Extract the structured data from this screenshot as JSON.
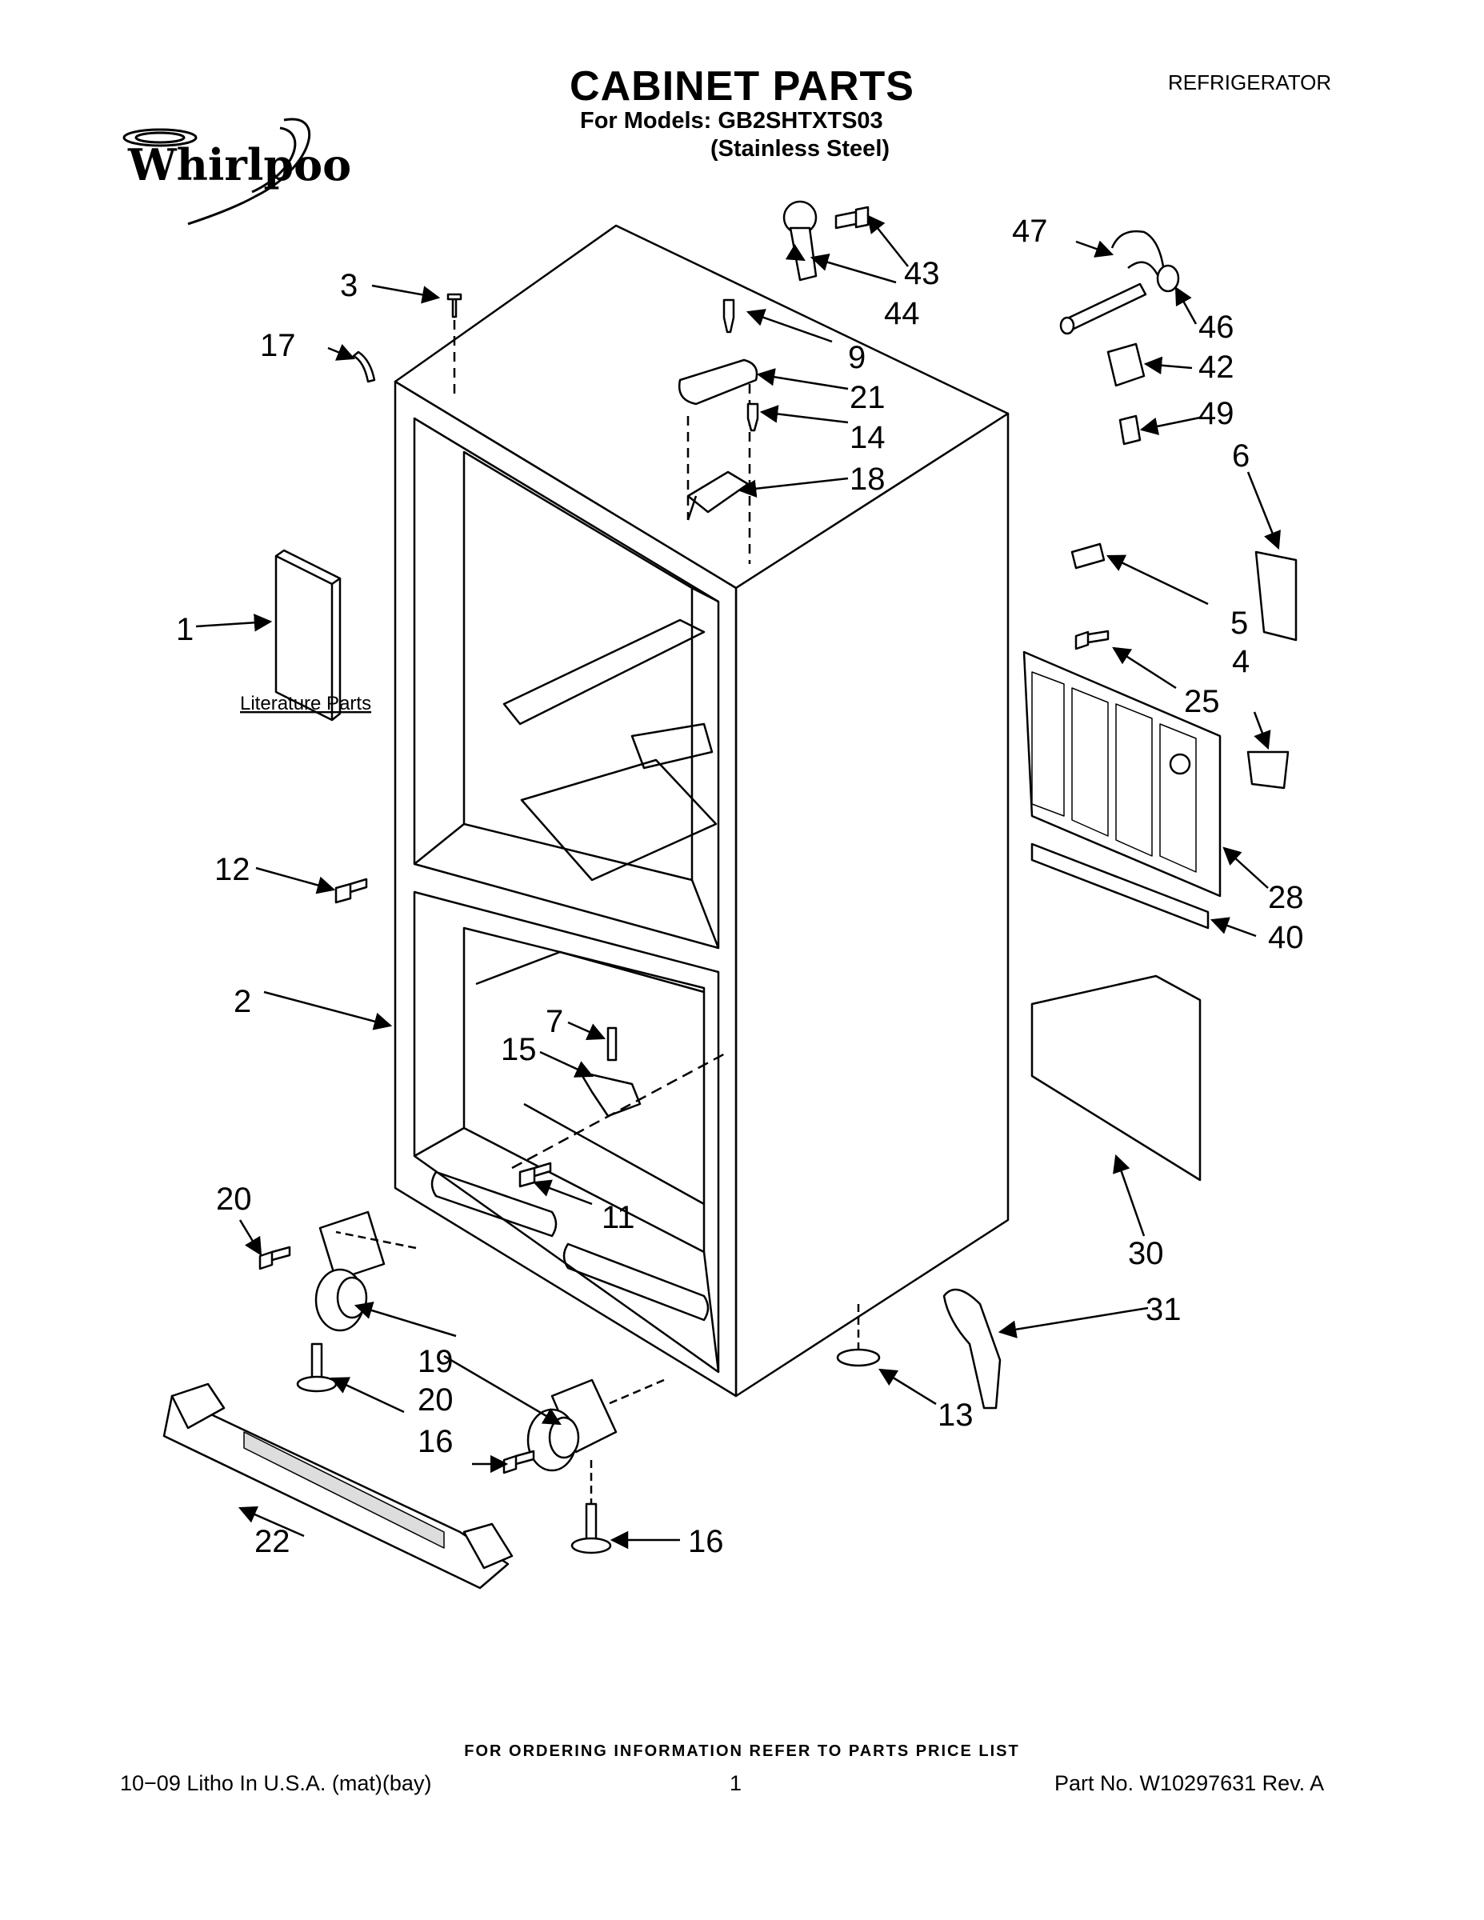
{
  "header": {
    "title": "CABINET PARTS",
    "models": "For Models: GB2SHTXTS03",
    "finish": "(Stainless Steel)",
    "category": "REFRIGERATOR",
    "brand": "Whirlpool"
  },
  "diagram": {
    "literature_label": "Literature Parts",
    "callouts": {
      "c1": "1",
      "c2": "2",
      "c3": "3",
      "c4": "4",
      "c5": "5",
      "c6": "6",
      "c7": "7",
      "c9": "9",
      "c11": "11",
      "c12": "12",
      "c13": "13",
      "c14": "14",
      "c15": "15",
      "c16a": "16",
      "c16b": "16",
      "c17": "17",
      "c18": "18",
      "c19": "19",
      "c20a": "20",
      "c20b": "20",
      "c21": "21",
      "c22": "22",
      "c25": "25",
      "c28": "28",
      "c30": "30",
      "c31": "31",
      "c40": "40",
      "c42": "42",
      "c43": "43",
      "c44": "44",
      "c46": "46",
      "c47": "47",
      "c49": "49"
    }
  },
  "footer": {
    "ordering": "FOR ORDERING INFORMATION REFER TO PARTS PRICE LIST",
    "litho": "10−09 Litho In U.S.A. (mat)(bay)",
    "page": "1",
    "part_no": "Part No. W10297631 Rev. A"
  }
}
